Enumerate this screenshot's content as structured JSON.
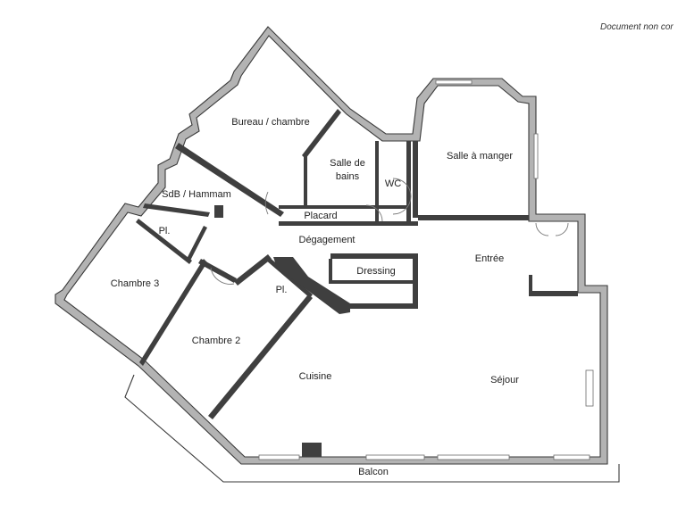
{
  "notice": "Document non cor",
  "rooms": {
    "bureau": "Bureau / chambre",
    "salle_de_bains_1": "Salle de",
    "salle_de_bains_2": "bains",
    "wc": "WC",
    "salle_a_manger": "Salle à manger",
    "sdb_hammam": "SdB / Hammam",
    "placard": "Placard",
    "degagement": "Dégagement",
    "pl1": "Pl.",
    "entree": "Entrée",
    "dressing": "Dressing",
    "chambre3": "Chambre 3",
    "pl2": "Pl.",
    "chambre2": "Chambre 2",
    "cuisine": "Cuisine",
    "sejour": "Séjour",
    "balcon": "Balcon"
  }
}
